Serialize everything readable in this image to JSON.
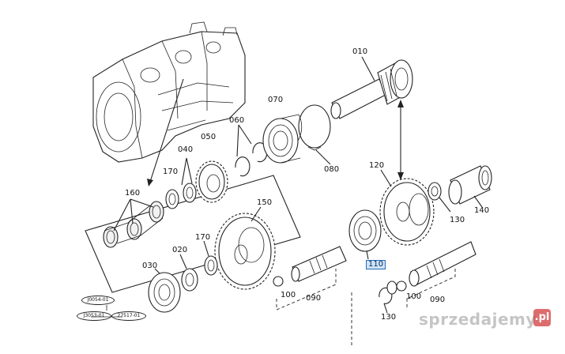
{
  "diagram": {
    "part_labels": {
      "p010": "010",
      "p020": "020",
      "p030": "030",
      "p040": "040",
      "p050": "050",
      "p060": "060",
      "p070": "070",
      "p080": "080",
      "p090a": "090",
      "p090b": "090",
      "p100a": "100",
      "p100b": "100",
      "p110": "110",
      "p120": "120",
      "p130a": "130",
      "p130b": "130",
      "p140": "140",
      "p150": "150",
      "p160": "160",
      "p170a": "170",
      "p170b": "170"
    },
    "serial_codes": {
      "top": "J0054-01",
      "left": "J3053-01",
      "right": "27517-01"
    },
    "highlighted_part": "110",
    "highlight_color": "#2a6db5"
  },
  "watermark": {
    "text": "sprzedajemy",
    "badge": ".pl",
    "badge_color": "#d23c3c"
  }
}
